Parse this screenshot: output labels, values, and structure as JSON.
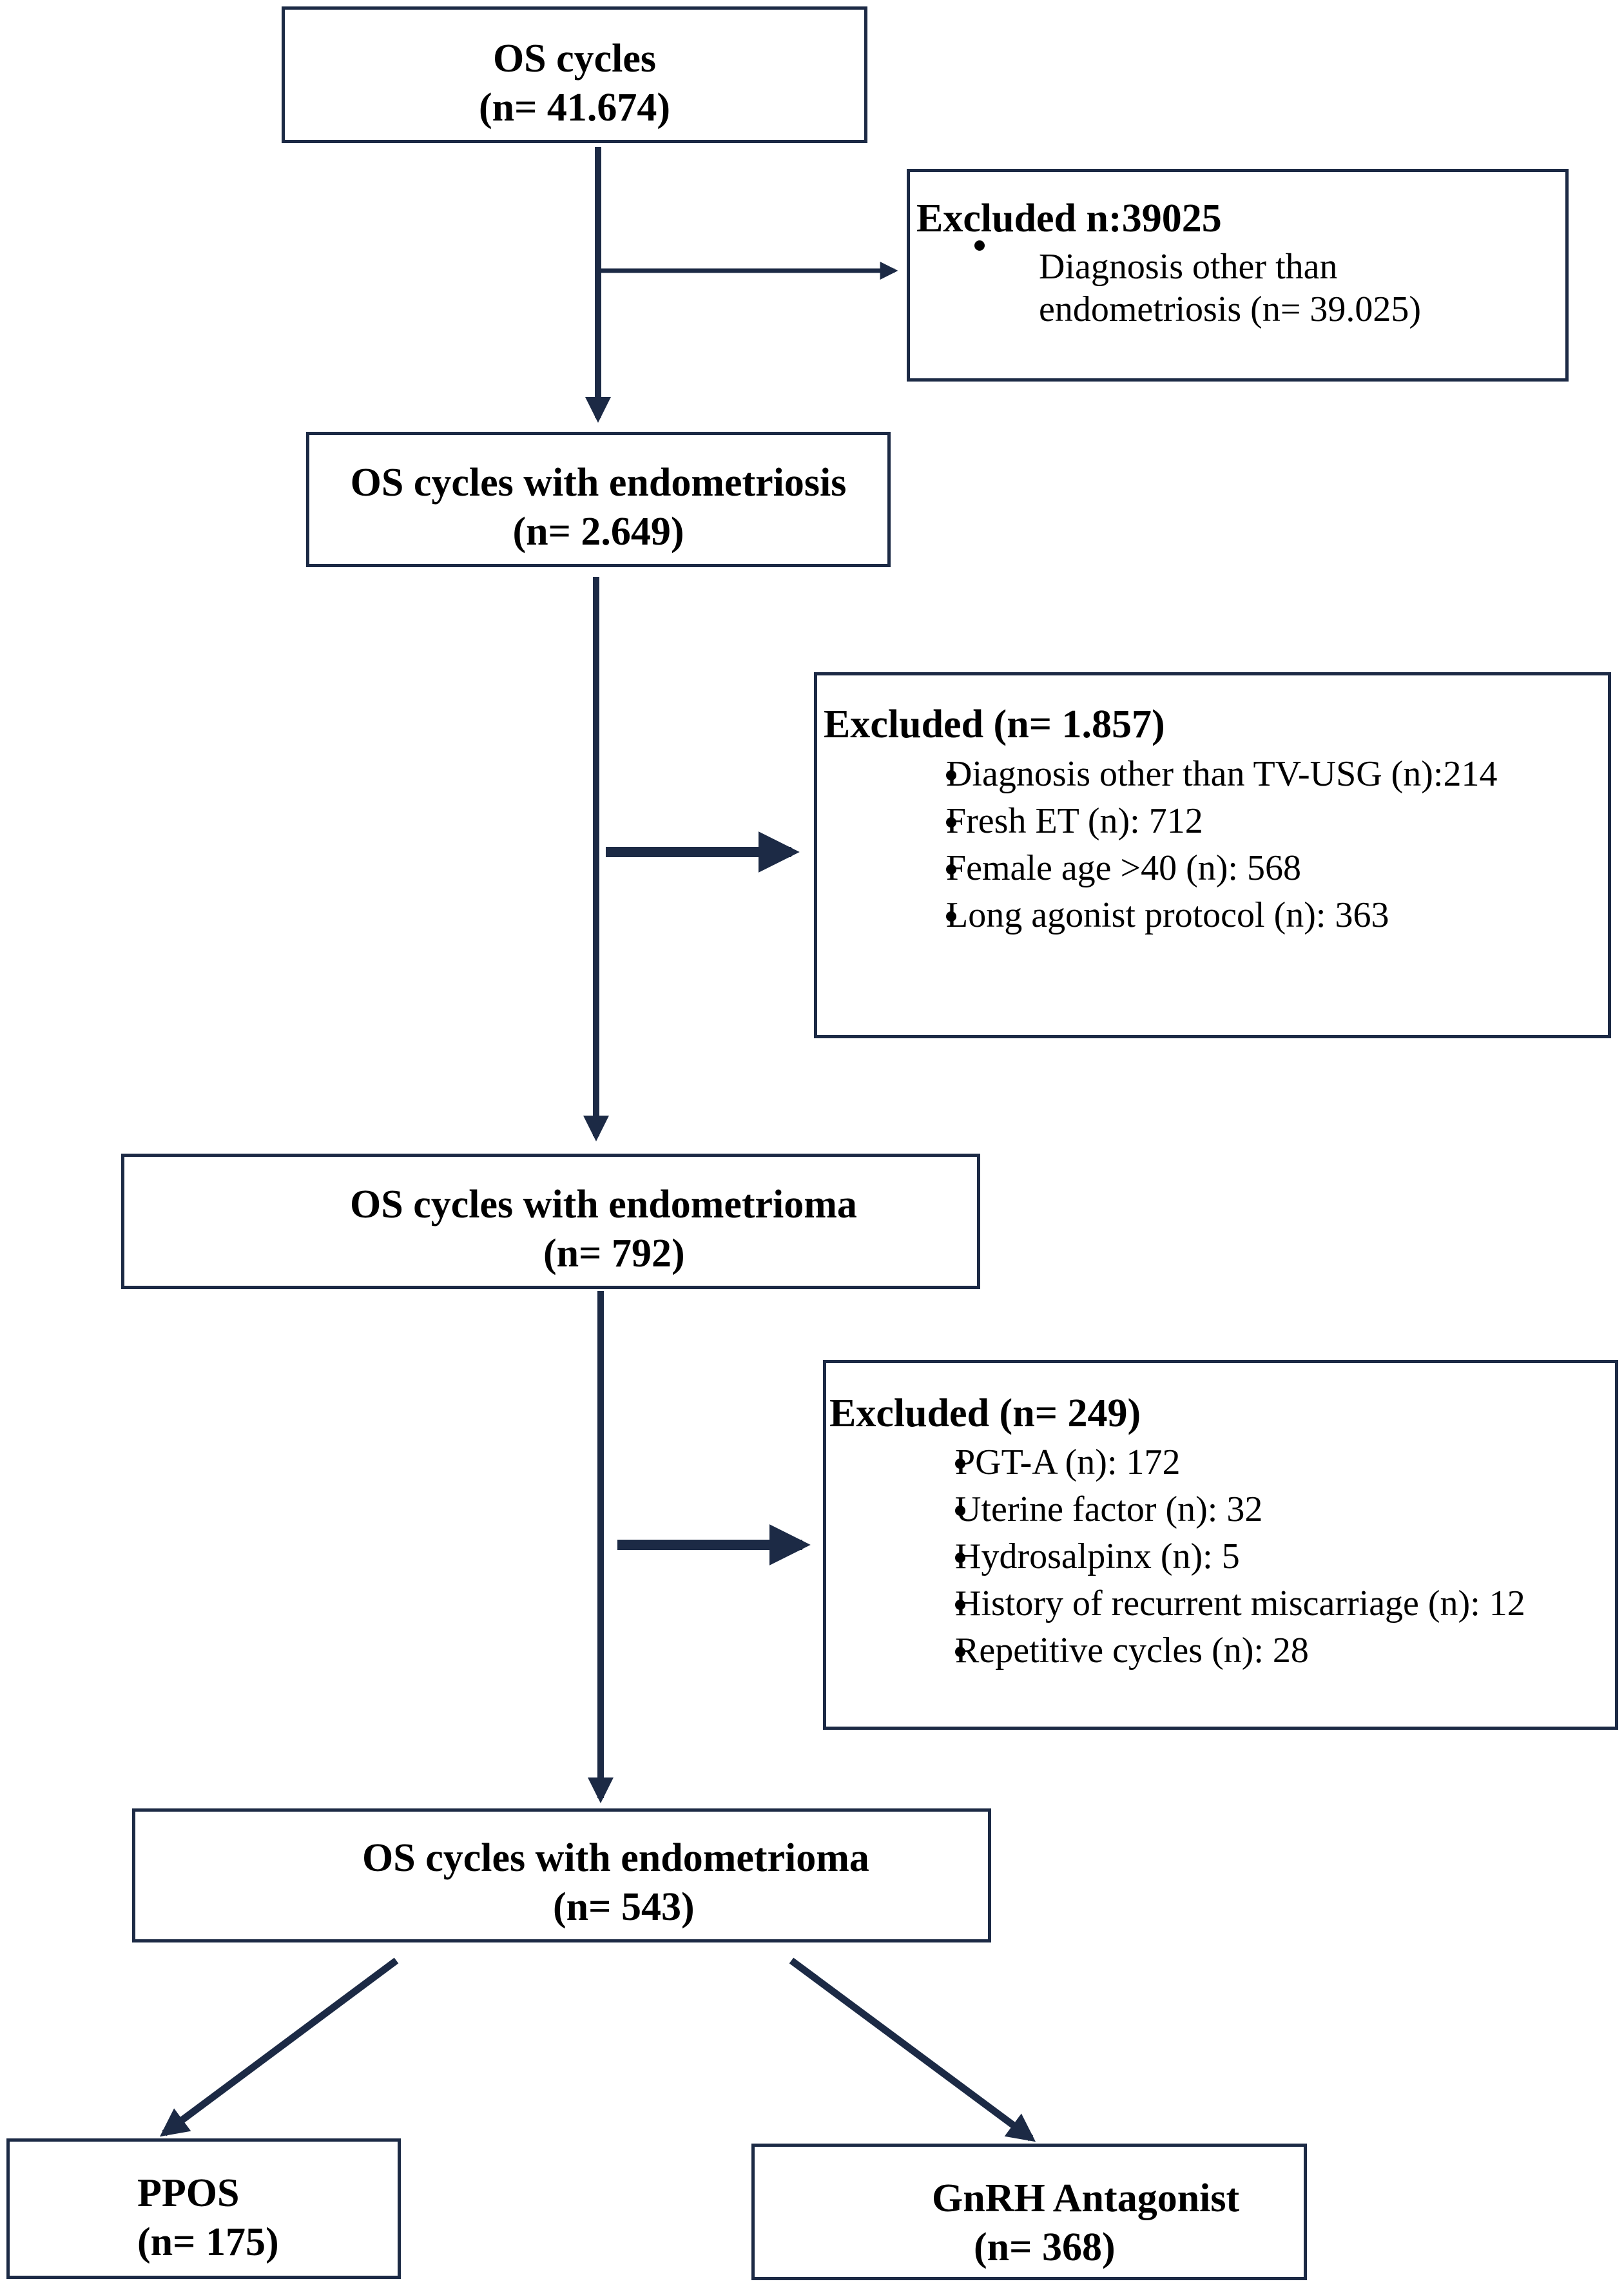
{
  "flowchart": {
    "box1": {
      "line1": "OS cycles",
      "line2": "(n= 41.674)"
    },
    "excluded1": {
      "title": "Excluded n:39025",
      "items": [
        "Diagnosis other than",
        "endometriosis (n= 39.025)"
      ]
    },
    "box2": {
      "line1": "OS cycles with endometriosis",
      "line2": "(n= 2.649)"
    },
    "excluded2": {
      "title": "Excluded (n= 1.857)",
      "items": [
        "Diagnosis other than TV-USG (n):214",
        "Fresh ET (n): 712",
        "Female age >40 (n): 568",
        "Long agonist protocol (n): 363"
      ]
    },
    "box3": {
      "line1": "OS cycles with endometrioma",
      "line2": "(n= 792)"
    },
    "excluded3": {
      "title": "Excluded (n= 249)",
      "items": [
        "PGT-A (n): 172",
        "Uterine factor (n): 32",
        "Hydrosalpinx (n): 5",
        "History of recurrent miscarriage (n): 12",
        "Repetitive cycles (n): 28"
      ]
    },
    "box4": {
      "line1": "OS cycles with endometrioma",
      "line2": "(n= 543)"
    },
    "ppos": {
      "line1": "PPOS",
      "line2": "(n= 175)"
    },
    "gnrh": {
      "line1": "GnRH Antagonist",
      "line2": "(n= 368)"
    }
  },
  "colors": {
    "line": "#1c2a45",
    "border": "#1c2a45"
  }
}
